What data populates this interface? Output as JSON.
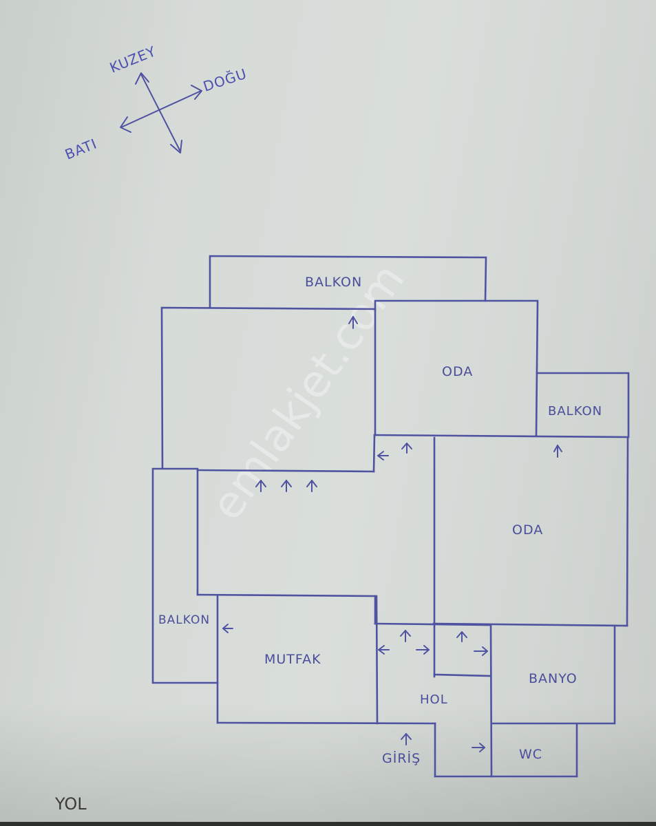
{
  "compass": {
    "north": "KUZEY",
    "east": "DOĞU",
    "west": "BATI"
  },
  "rooms": {
    "balcony_top": "BALKON",
    "room_top": "ODA",
    "balcony_right": "BALKON",
    "room_right": "ODA",
    "balcony_left": "BALKON",
    "kitchen": "MUTFAK",
    "hall": "HOL",
    "bathroom": "BANYO",
    "wc": "WC",
    "entrance": "GİRİŞ"
  },
  "road_label": "YOL",
  "watermark": "emlakjet.com",
  "colors": {
    "ink": "#4f52a0",
    "paper": "#d6dbd8",
    "pencil": "#3a3c3a"
  }
}
